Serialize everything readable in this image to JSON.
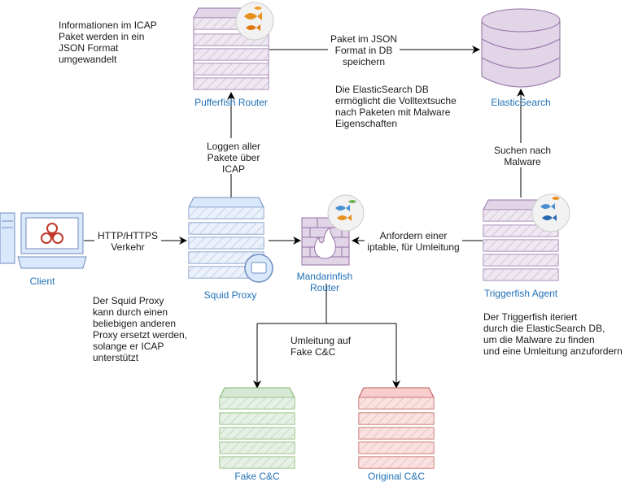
{
  "nodes": {
    "client": "Client",
    "pufferfish": "Pufferfish Router",
    "elasticsearch": "ElasticSearch",
    "squid": "Squid Proxy",
    "mandarinfish": [
      "Mandarinfish",
      "Router"
    ],
    "triggerfish": "Triggerfish Agent",
    "fake_cc": "Fake C&C",
    "original_cc": "Original C&C"
  },
  "edges": {
    "client_squid": [
      "HTTP/HTTPS",
      "Verkehr"
    ],
    "squid_pufferfish": [
      "Loggen aller",
      "Pakete über",
      "ICAP"
    ],
    "pufferfish_elastic": [
      "Paket im JSON",
      "Format in DB",
      "speichern"
    ],
    "trigger_elastic": [
      "Suchen nach",
      "Malware"
    ],
    "trigger_mandarin": [
      "Anfordern einer",
      "iptable, für Umleitung"
    ],
    "mandarin_fake": [
      "Umleitung auf",
      "Fake C&C"
    ]
  },
  "notes": {
    "icap": [
      "Informationen im ICAP",
      "Paket werden in ein",
      "JSON Format",
      "umgewandelt"
    ],
    "elastic": [
      "Die ElasticSearch DB",
      "ermöglicht die Volltextsuche",
      "nach Paketen mit Malware",
      "Eigenschaften"
    ],
    "squid": [
      "Der Squid Proxy",
      "kann durch einen",
      "beliebigen anderen",
      "Proxy ersetzt werden,",
      "solange er ICAP",
      "unterstützt"
    ],
    "trigger": [
      "Der Triggerfish iteriert",
      "durch die ElasticSearch DB,",
      "um die Malware zu finden",
      "und eine Umleitung anzufordern"
    ]
  },
  "colors": {
    "purple_fill": "#e1d5e7",
    "purple_stroke": "#9673a6",
    "blue_fill": "#dae8fc",
    "blue_stroke": "#6c8ebf",
    "green_fill": "#d5e8d4",
    "green_stroke": "#82b366",
    "red_fill": "#f8cecc",
    "red_stroke": "#b85450",
    "label_blue": "#1f6fb5"
  },
  "icons": [
    "server-icon",
    "database-icon",
    "computer-icon",
    "biohazard-icon",
    "firewall-icon",
    "fish-icon"
  ]
}
